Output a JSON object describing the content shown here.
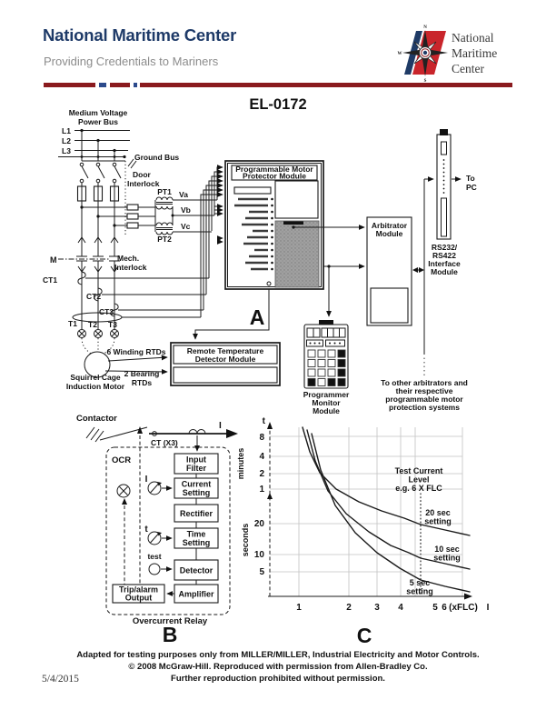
{
  "header": {
    "title": "National Maritime Center",
    "subtitle": "Providing Credentials to Mariners",
    "seal_text": [
      "National",
      "Maritime",
      "Center"
    ],
    "compass": {
      "n": "N",
      "w": "W",
      "s": "S"
    },
    "colors": {
      "title_blue": "#1e3a68",
      "bar_maroon": "#8a1a1e",
      "bar_blue": "#2c4a8c",
      "logo_red": "#c9252b"
    }
  },
  "doc": {
    "code": "EL-0172",
    "date": "5/4/2015",
    "footer": [
      "Adapted for testing purposes only from MILLER/MILLER, Industrial Electricity and Motor Controls.",
      "© 2008 McGraw-Hill. Reproduced with permission from Allen-Bradley Co.",
      "Further reproduction prohibited without permission."
    ]
  },
  "a": {
    "letter": "A",
    "power_bus": [
      "Medium Voltage",
      "Power Bus"
    ],
    "l1": "L1",
    "l2": "L2",
    "l3": "L3",
    "ground_bus": "Ground Bus",
    "door_interlock": [
      "Door",
      "Interlock"
    ],
    "pt1": "PT1",
    "pt2": "PT2",
    "va": "Va",
    "vb": "Vb",
    "vc": "Vc",
    "m": "M",
    "mech_interlock": [
      "Mech.",
      "Interlock"
    ],
    "ct1": "CT1",
    "ct2": "CT2",
    "ct3": "CT3",
    "t1": "T1",
    "t2": "T2",
    "t3": "T3",
    "winding_rtds": "6 Winding RTDs",
    "bearing_rtds": [
      "2 Bearing",
      "RTDs"
    ],
    "motor": [
      "Squirrel Cage",
      "Induction Motor"
    ],
    "protector_module": [
      "Programmable Motor",
      "Protector Module"
    ],
    "rtd_module": [
      "Remote Temperature",
      "Detector Module"
    ],
    "arbitrator": [
      "Arbitrator",
      "Module"
    ],
    "rs232": [
      "RS232/",
      "RS422",
      "Interface",
      "Module"
    ],
    "to_pc": [
      "To",
      "PC"
    ],
    "other_systems": [
      "To other arbitrators and",
      "their respective",
      "programmable motor",
      "protection systems"
    ],
    "programmer": [
      "Programmer",
      "Monitor",
      "Module"
    ]
  },
  "b": {
    "letter": "B",
    "contactor": "Contactor",
    "current": "I",
    "ct": "CT (X3)",
    "ocr": "OCR",
    "input_filter": [
      "Input",
      "Filter"
    ],
    "current_setting": [
      "Current",
      "Setting"
    ],
    "rectifier": "Rectifier",
    "time_setting": [
      "Time",
      "Setting"
    ],
    "detector": "Detector",
    "amplifier": "Amplifier",
    "trip_output": [
      "Trip/alarm",
      "Output"
    ],
    "knob_i": "I",
    "knob_t": "t",
    "test": "test",
    "caption": "Overcurrent Relay"
  },
  "chart_data": {
    "type": "line",
    "letter": "C",
    "x_axis": {
      "variable": "I",
      "label": "(xFLC)",
      "ticks": [
        1,
        2,
        3,
        4,
        5,
        6
      ]
    },
    "y_axis": {
      "variable": "t",
      "units": [
        {
          "name": "minutes",
          "ticks": [
            8,
            4,
            2,
            1
          ]
        },
        {
          "name": "seconds",
          "ticks": [
            20,
            10,
            5
          ]
        }
      ]
    },
    "annotation": [
      "Test Current",
      "Level",
      "e.g. 6 X FLC"
    ],
    "test_level_xflc": 6,
    "grid": true,
    "series": [
      {
        "name": "20 sec setting",
        "label": [
          "20 sec",
          "setting"
        ],
        "setting_seconds": 20,
        "points_xflc_seconds": [
          [
            1.2,
            600
          ],
          [
            1.5,
            240
          ],
          [
            2,
            75
          ],
          [
            3,
            42
          ],
          [
            4,
            30
          ],
          [
            5,
            24
          ],
          [
            6,
            20
          ],
          [
            7,
            17
          ]
        ],
        "px": [
          [
            333,
            470
          ],
          [
            341,
            497
          ],
          [
            352,
            520
          ],
          [
            370,
            538
          ],
          [
            395,
            552
          ],
          [
            420,
            562
          ],
          [
            445,
            570
          ],
          [
            463,
            577
          ],
          [
            490,
            583
          ],
          [
            517,
            589
          ]
        ]
      },
      {
        "name": "10 sec setting",
        "label": [
          "10 sec",
          "setting"
        ],
        "setting_seconds": 10,
        "points_xflc_seconds": [
          [
            1.25,
            480
          ],
          [
            1.5,
            150
          ],
          [
            2,
            48
          ],
          [
            3,
            22
          ],
          [
            4,
            15
          ],
          [
            5,
            12
          ],
          [
            6,
            10
          ],
          [
            7,
            8.5
          ]
        ],
        "px": [
          [
            338,
            473
          ],
          [
            347,
            507
          ],
          [
            361,
            540
          ],
          [
            381,
            565
          ],
          [
            406,
            585
          ],
          [
            430,
            600
          ],
          [
            450,
            608
          ],
          [
            463,
            614
          ],
          [
            490,
            620
          ],
          [
            517,
            626
          ]
        ]
      },
      {
        "name": "5 sec setting",
        "label": [
          "5 sec",
          "setting"
        ],
        "setting_seconds": 5,
        "points_xflc_seconds": [
          [
            1.3,
            360
          ],
          [
            1.5,
            90
          ],
          [
            2,
            30
          ],
          [
            3,
            12
          ],
          [
            4,
            8
          ],
          [
            5,
            6
          ],
          [
            6,
            5
          ],
          [
            7,
            4.2
          ]
        ],
        "px": [
          [
            343,
            477
          ],
          [
            353,
            517
          ],
          [
            369,
            556
          ],
          [
            391,
            586
          ],
          [
            415,
            608
          ],
          [
            440,
            625
          ],
          [
            463,
            638
          ],
          [
            490,
            645
          ],
          [
            517,
            651
          ]
        ]
      }
    ]
  }
}
